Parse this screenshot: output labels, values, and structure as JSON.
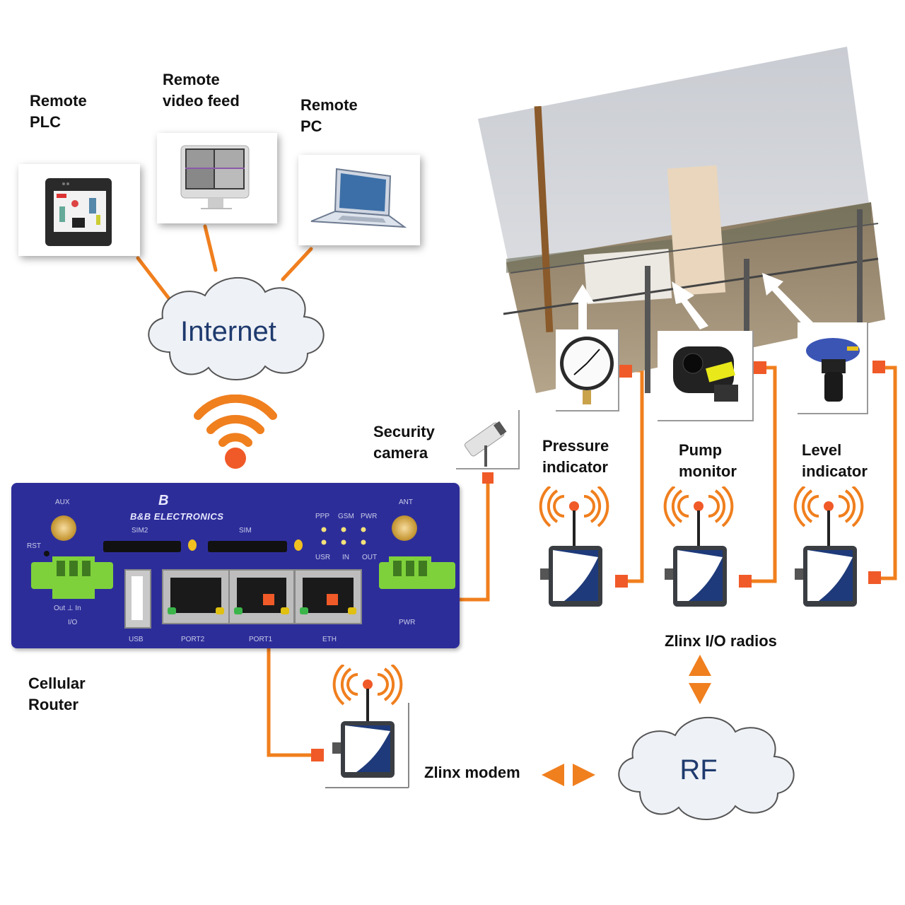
{
  "diagram": {
    "remote_devices": [
      {
        "label": "Remote\nPLC",
        "icon": "plc-touchscreen-icon"
      },
      {
        "label": "Remote\nvideo feed",
        "icon": "video-monitor-icon"
      },
      {
        "label": "Remote\nPC",
        "icon": "laptop-icon"
      }
    ],
    "internet_cloud": "Internet",
    "rf_cloud": "RF",
    "security_camera": "Security\ncamera",
    "sensors": [
      {
        "label": "Pressure\nindicator",
        "icon": "pressure-gauge-icon"
      },
      {
        "label": "Pump\nmonitor",
        "icon": "current-sensor-icon"
      },
      {
        "label": "Level\nindicator",
        "icon": "level-sensor-icon"
      }
    ],
    "zlinx_io_radios": "Zlinx I/O radios",
    "zlinx_modem": "Zlinx modem",
    "cellular_router": "Cellular\nRouter",
    "router": {
      "brand": "B&B ELECTRONICS",
      "aux": "AUX",
      "ant": "ANT",
      "rst": "RST",
      "sim2": "SIM2",
      "sim1": "SIM",
      "led_top": [
        "PPP",
        "GSM",
        "PWR"
      ],
      "led_bottom": [
        "USR",
        "IN",
        "OUT"
      ],
      "io": "I/O",
      "io_pins": "Out  ⊥  In",
      "pwr": "PWR",
      "ports": [
        "USB",
        "PORT2",
        "PORT1",
        "ETH"
      ]
    },
    "colors": {
      "connector": "#f07f1e",
      "node": "#f05a28",
      "router_blue": "#2d2d9a",
      "cloud_text": "#1e3a6e"
    }
  }
}
